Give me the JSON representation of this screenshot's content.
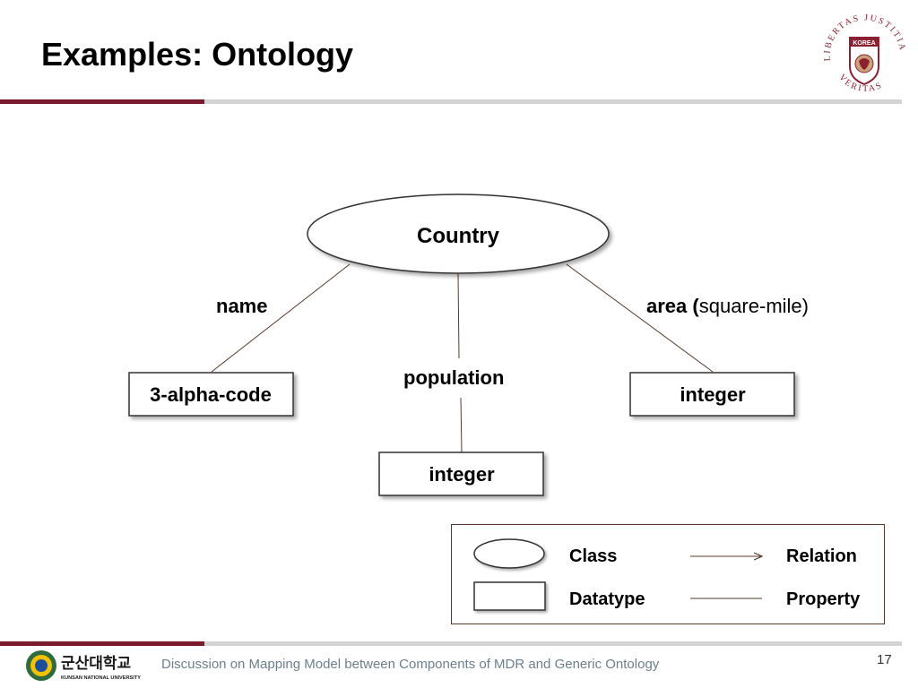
{
  "slide": {
    "title": "Examples: Ontology",
    "footer_text": "Discussion on Mapping Model between Components of MDR and Generic Ontology",
    "page_number": "17",
    "seal_text_top": "LIBERTAS JUSTITIA",
    "seal_text_bottom": "VERITAS",
    "seal_center": "KOREA",
    "footer_logo_korean": "군산대학교",
    "footer_logo_english": "KUNSAN NATIONAL UNIVERSITY"
  },
  "diagram": {
    "class_node": "Country",
    "datatype_nodes": [
      "3-alpha-code",
      "integer",
      "integer"
    ],
    "edge_labels": {
      "name": "name",
      "population": "population",
      "area_bold": "area (",
      "area_rest": "square-mile)"
    }
  },
  "legend": {
    "class": "Class",
    "datatype": "Datatype",
    "relation": "Relation",
    "property": "Property"
  },
  "colors": {
    "accent": "#7b1a2c",
    "divider": "#d3d3d3",
    "footer_text": "#6b7f8e"
  }
}
